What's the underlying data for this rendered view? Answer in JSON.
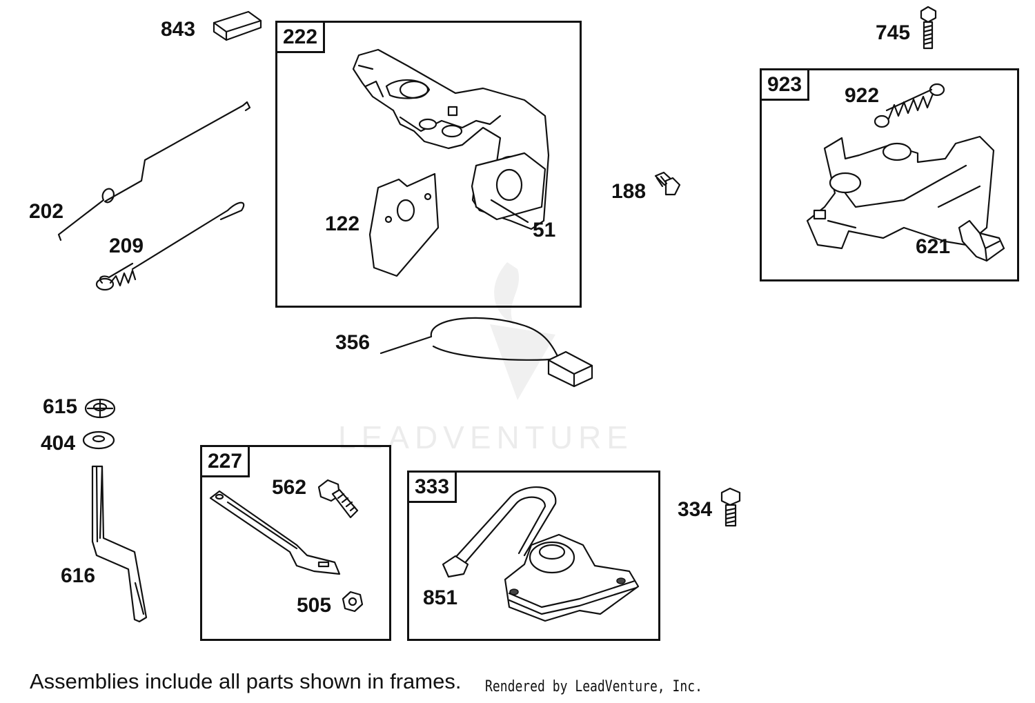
{
  "labels": {
    "l843": "843",
    "l202": "202",
    "l209": "209",
    "l615": "615",
    "l404": "404",
    "l616": "616",
    "l222": "222",
    "l122": "122",
    "l51": "51",
    "l356": "356",
    "l188": "188",
    "l745": "745",
    "l923": "923",
    "l922": "922",
    "l621": "621",
    "l227": "227",
    "l562": "562",
    "l505": "505",
    "l333": "333",
    "l851": "851",
    "l334": "334"
  },
  "watermark": "LEADVENTURE",
  "footer": {
    "note": "Assemblies include all parts shown in frames.",
    "credit": "Rendered by LeadVenture, Inc."
  }
}
